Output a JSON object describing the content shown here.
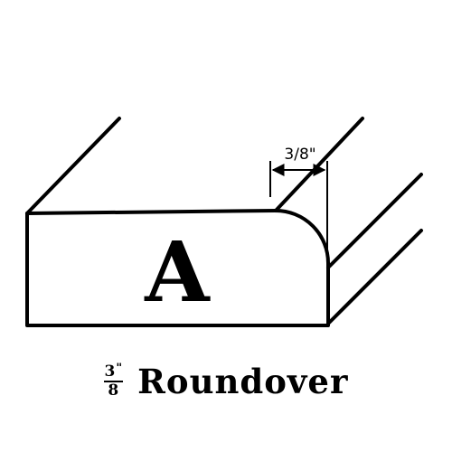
{
  "diagram": {
    "profile_letter": "A",
    "dimension_label": "3/8\"",
    "caption": {
      "fraction_numerator": "3",
      "fraction_numerator_mark": "\"",
      "fraction_denominator": "8",
      "word": "Roundover"
    }
  },
  "colors": {
    "line": "#000000",
    "background": "#ffffff"
  }
}
